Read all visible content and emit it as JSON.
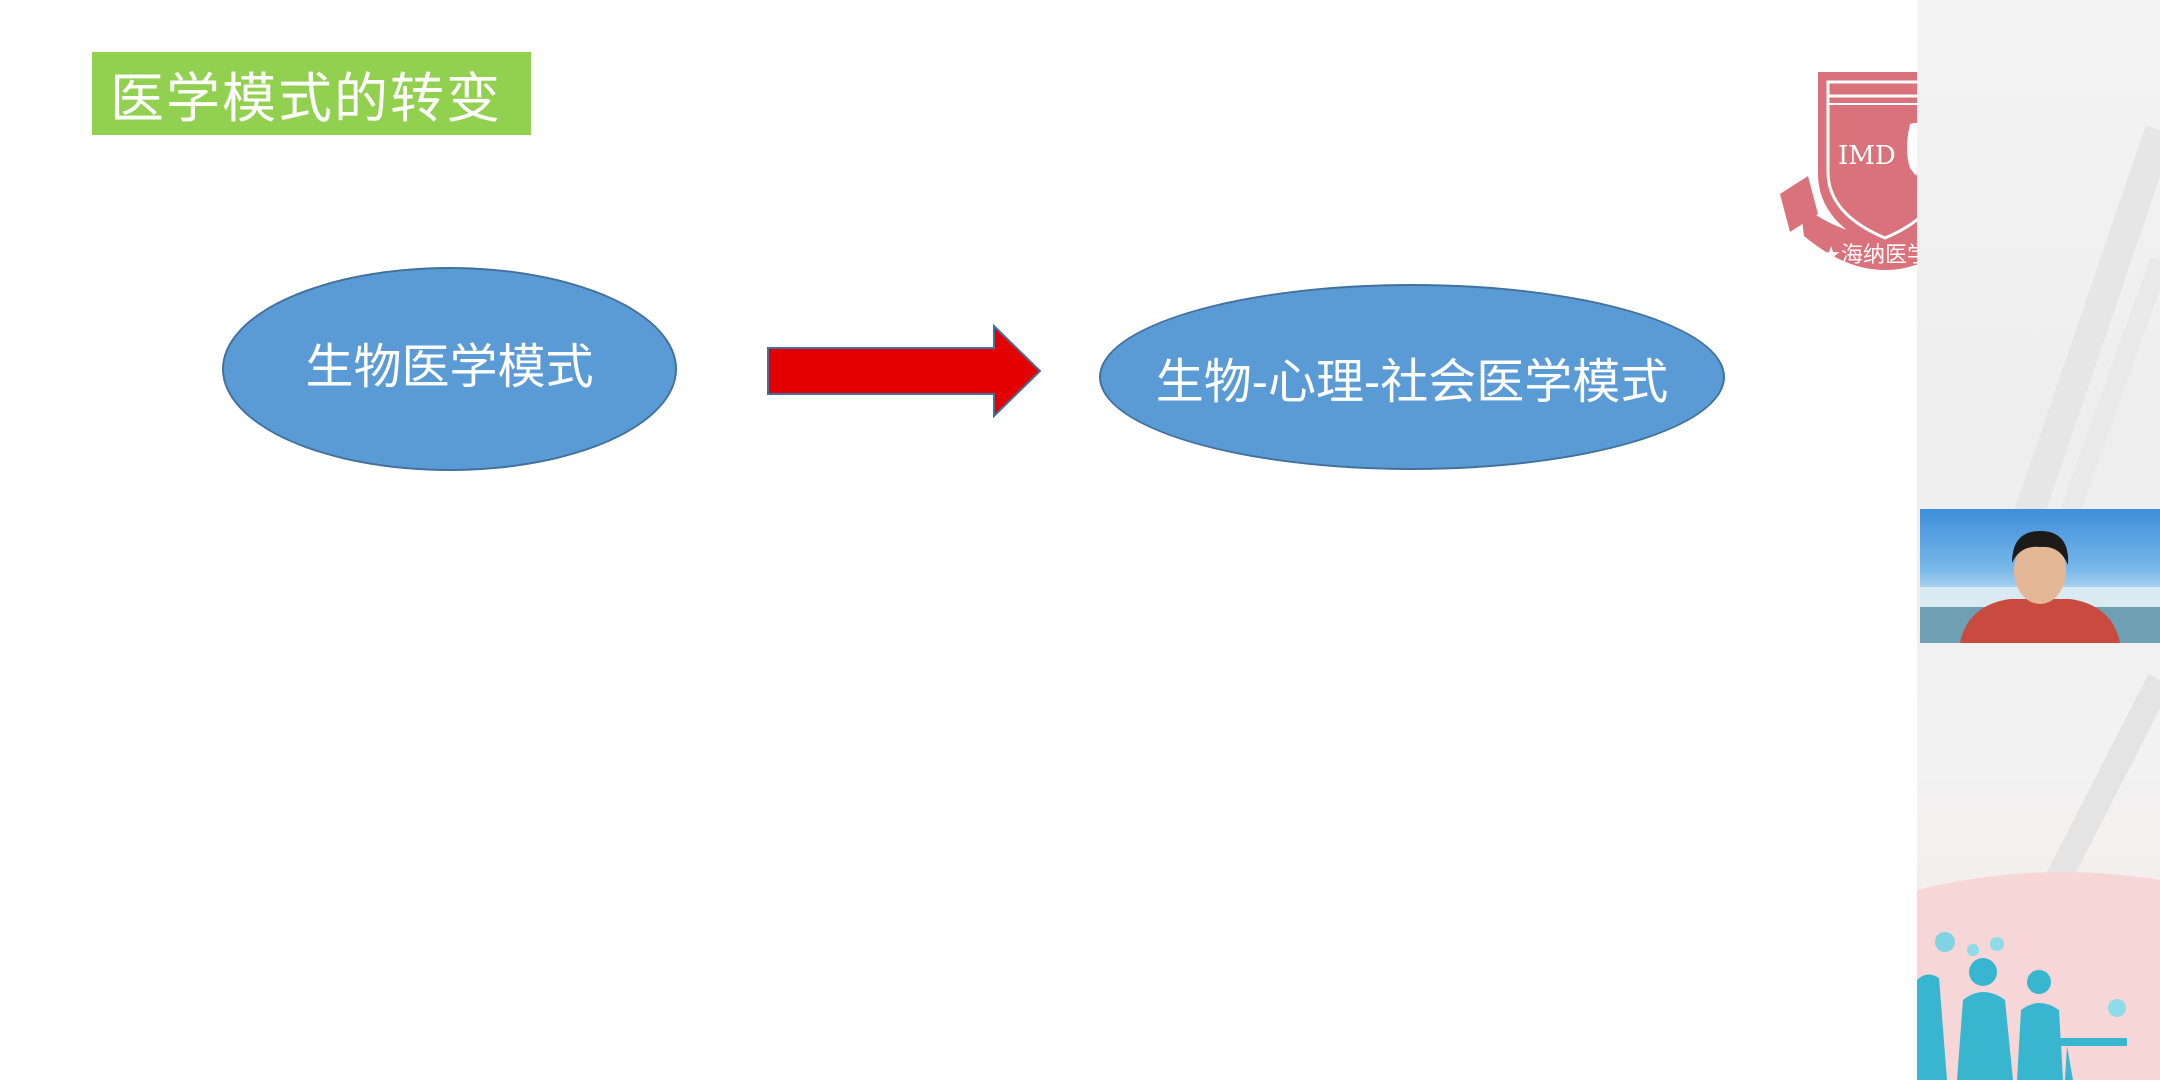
{
  "slide": {
    "title": "医学模式的转变",
    "left_model": "生物医学模式",
    "right_model": "生物-心理-社会医学模式"
  },
  "logo": {
    "monogram": "IMD",
    "banner_text": "★海纳医学★"
  },
  "colors": {
    "title_background": "#92d050",
    "ellipse_fill": "#5b9bd5",
    "ellipse_border": "#41719c",
    "arrow_fill": "#e30000",
    "logo_color": "#d9727a"
  },
  "webcam": {
    "icon": "webcam-feed-icon"
  }
}
